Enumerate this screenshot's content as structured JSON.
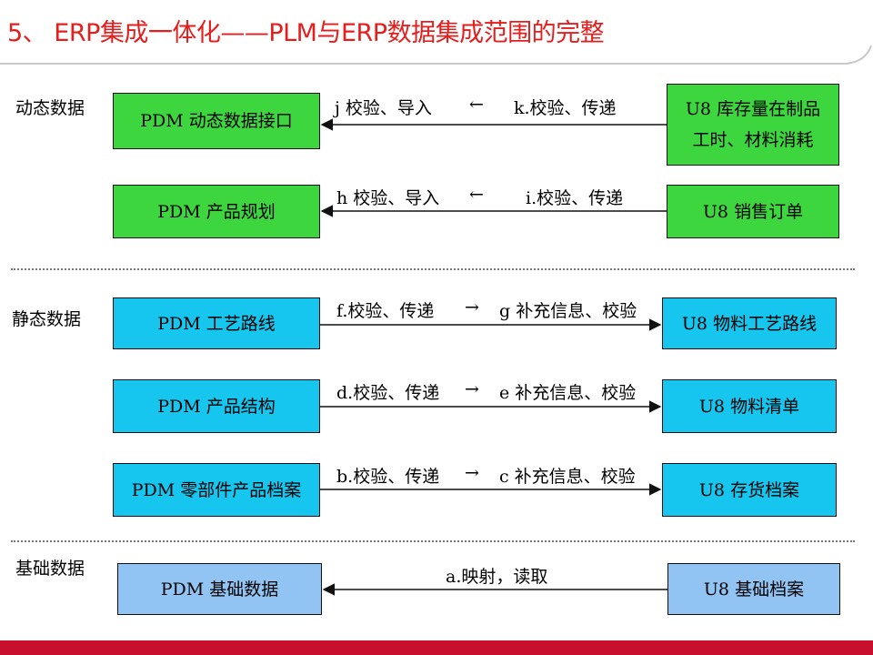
{
  "title": "5、 ERP集成一体化——PLM与ERP数据集成范围的完整",
  "sections": {
    "dynamic": "动态数据",
    "static": "静态数据",
    "basic": "基础数据"
  },
  "rows": [
    {
      "left": "PDM 动态数据接口",
      "right_line1": "U8 库存量在制品",
      "right_line2": "工时、材料消耗",
      "near_label": "j 校验、导入",
      "far_label": "k.校验、传递",
      "mid_arrow": "←"
    },
    {
      "left": "PDM 产品规划",
      "right": "U8 销售订单",
      "near_label": "h 校验、导入",
      "far_label": "i.校验、传递",
      "mid_arrow": "←"
    },
    {
      "left": "PDM 工艺路线",
      "right": "U8 物料工艺路线",
      "near_label": "f.校验、传递",
      "far_label": "g 补充信息、校验",
      "mid_arrow": "→"
    },
    {
      "left": "PDM 产品结构",
      "right": "U8 物料清单",
      "near_label": "d.校验、传递",
      "far_label": "e 补充信息、校验",
      "mid_arrow": "→"
    },
    {
      "left": "PDM 零部件产品档案",
      "right": "U8 存货档案",
      "near_label": "b.校验、传递",
      "far_label": "c 补充信息、校验",
      "mid_arrow": "→"
    },
    {
      "left": "PDM 基础数据",
      "right": "U8 基础档案",
      "center_label": "a.映射，读取"
    }
  ],
  "colors": {
    "title": "#e41d1d",
    "dynamic_box": "#3ed63e",
    "static_box": "#16c6ef",
    "basic_box": "#92c4f3",
    "footer": "#c8102e"
  }
}
